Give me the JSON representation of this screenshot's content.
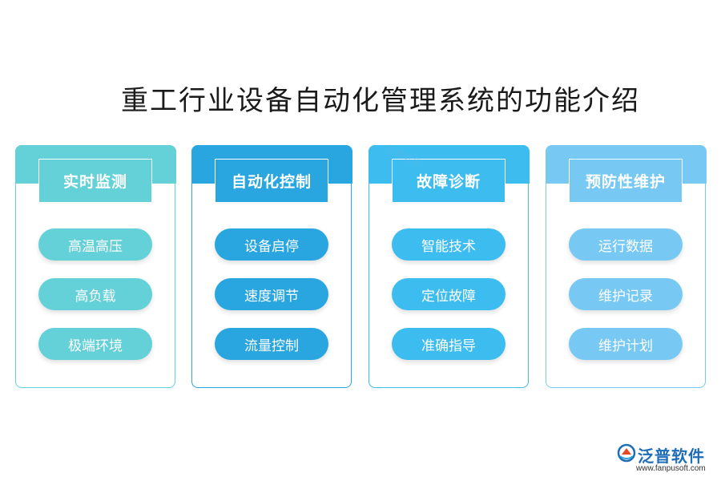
{
  "title": "重工行业设备自动化管理系统的功能介绍",
  "columns": [
    {
      "title": "实时监测",
      "color": "#64d0d8",
      "items": [
        "高温高压",
        "高负载",
        "极端环境"
      ]
    },
    {
      "title": "自动化控制",
      "color": "#29a6e0",
      "items": [
        "设备启停",
        "速度调节",
        "流量控制"
      ]
    },
    {
      "title": "故障诊断",
      "color": "#3dbcf0",
      "items": [
        "智能技术",
        "定位故障",
        "准确指导"
      ]
    },
    {
      "title": "预防性维护",
      "color": "#77c9f4",
      "items": [
        "运行数据",
        "维护记录",
        "维护计划"
      ]
    }
  ],
  "brand": {
    "name": "泛普软件",
    "url": "www.fanpusoft.com",
    "logo_icon": "fanpu-logo-icon"
  },
  "watermark": "泛普软件"
}
